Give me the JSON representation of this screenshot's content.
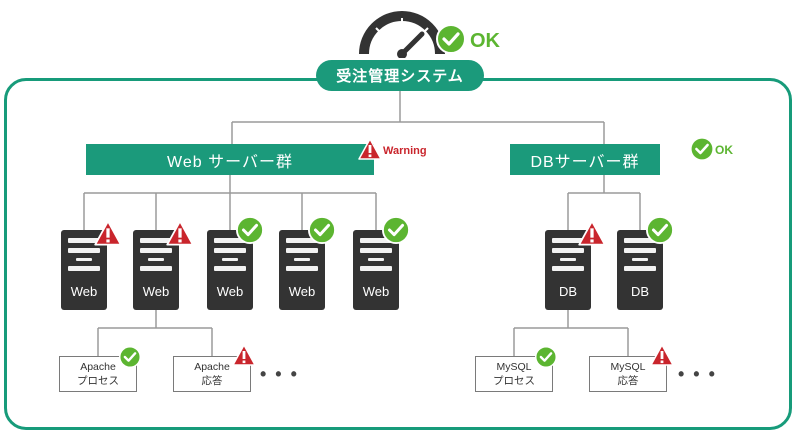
{
  "top": {
    "status_text": "OK",
    "gauge_icon": "speedometer-gauge-icon"
  },
  "system": {
    "title": "受注管理システム"
  },
  "groups": {
    "web": {
      "title": "Web サーバー群",
      "status_text": "Warning"
    },
    "db": {
      "title": "DBサーバー群",
      "status_text": "OK"
    }
  },
  "servers": {
    "web": [
      {
        "label": "Web",
        "status": "warning"
      },
      {
        "label": "Web",
        "status": "warning"
      },
      {
        "label": "Web",
        "status": "ok"
      },
      {
        "label": "Web",
        "status": "ok"
      },
      {
        "label": "Web",
        "status": "ok"
      }
    ],
    "db": [
      {
        "label": "DB",
        "status": "warning"
      },
      {
        "label": "DB",
        "status": "ok"
      }
    ]
  },
  "processes": {
    "web": [
      {
        "line1": "Apache",
        "line2": "プロセス",
        "status": "ok"
      },
      {
        "line1": "Apache",
        "line2": "応答",
        "status": "warning"
      }
    ],
    "db": [
      {
        "line1": "MySQL",
        "line2": "プロセス",
        "status": "ok"
      },
      {
        "line1": "MySQL",
        "line2": "応答",
        "status": "warning"
      }
    ],
    "more_web": "• • •",
    "more_db": "• • •"
  },
  "colors": {
    "accent": "#1b9a7b",
    "ok": "#5cb531",
    "warning": "#c9252c",
    "server": "#333333"
  }
}
